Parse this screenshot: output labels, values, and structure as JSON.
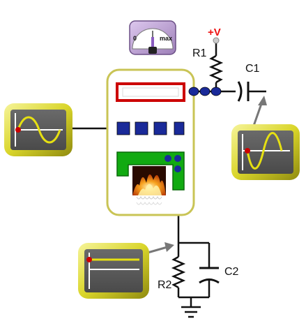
{
  "meter": {
    "min_label": "0",
    "max_label": "max"
  },
  "supply": {
    "label": "+V"
  },
  "components": {
    "r1": "R1",
    "c1": "C1",
    "r2": "R2",
    "c2": "C2"
  },
  "colors": {
    "frame": "#c9c455",
    "display_border": "#cc0000",
    "io_port": "#1a2a99",
    "output_block": "#11aa11",
    "scope_bezel": "#e0dc2e",
    "scope_screen": "#555555",
    "trace": "#e6e012",
    "marker": "#cc0000",
    "supply_label": "#ee1111"
  },
  "icons": {
    "meter": "analog-meter-icon",
    "fire": "flame-icon",
    "ground": "ground-symbol-icon"
  }
}
